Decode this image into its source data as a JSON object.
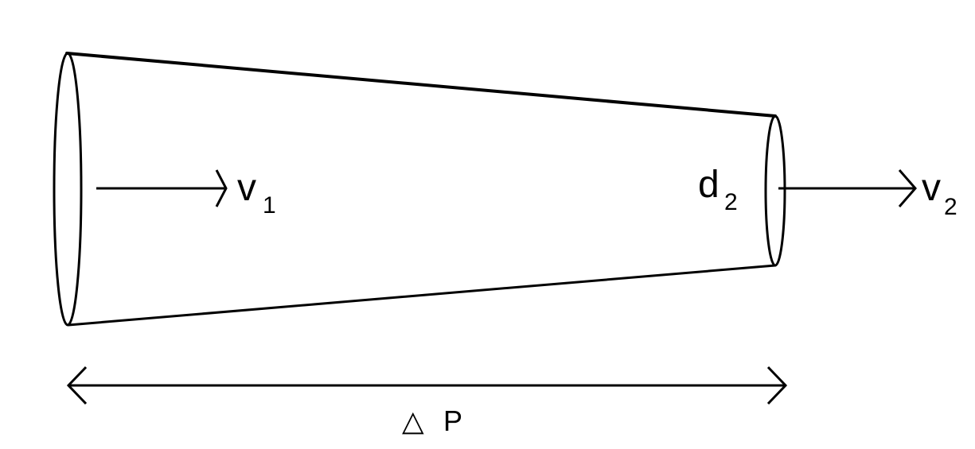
{
  "labels": {
    "inlet_velocity": {
      "main": "v",
      "sub": "1"
    },
    "outlet_diameter": {
      "main": "d",
      "sub": "2"
    },
    "outlet_velocity": {
      "main": "v",
      "sub": "2"
    },
    "pressure_drop": {
      "symbol": "△",
      "letter": "P"
    }
  },
  "colors": {
    "stroke": "#000000",
    "background": "#ffffff"
  }
}
